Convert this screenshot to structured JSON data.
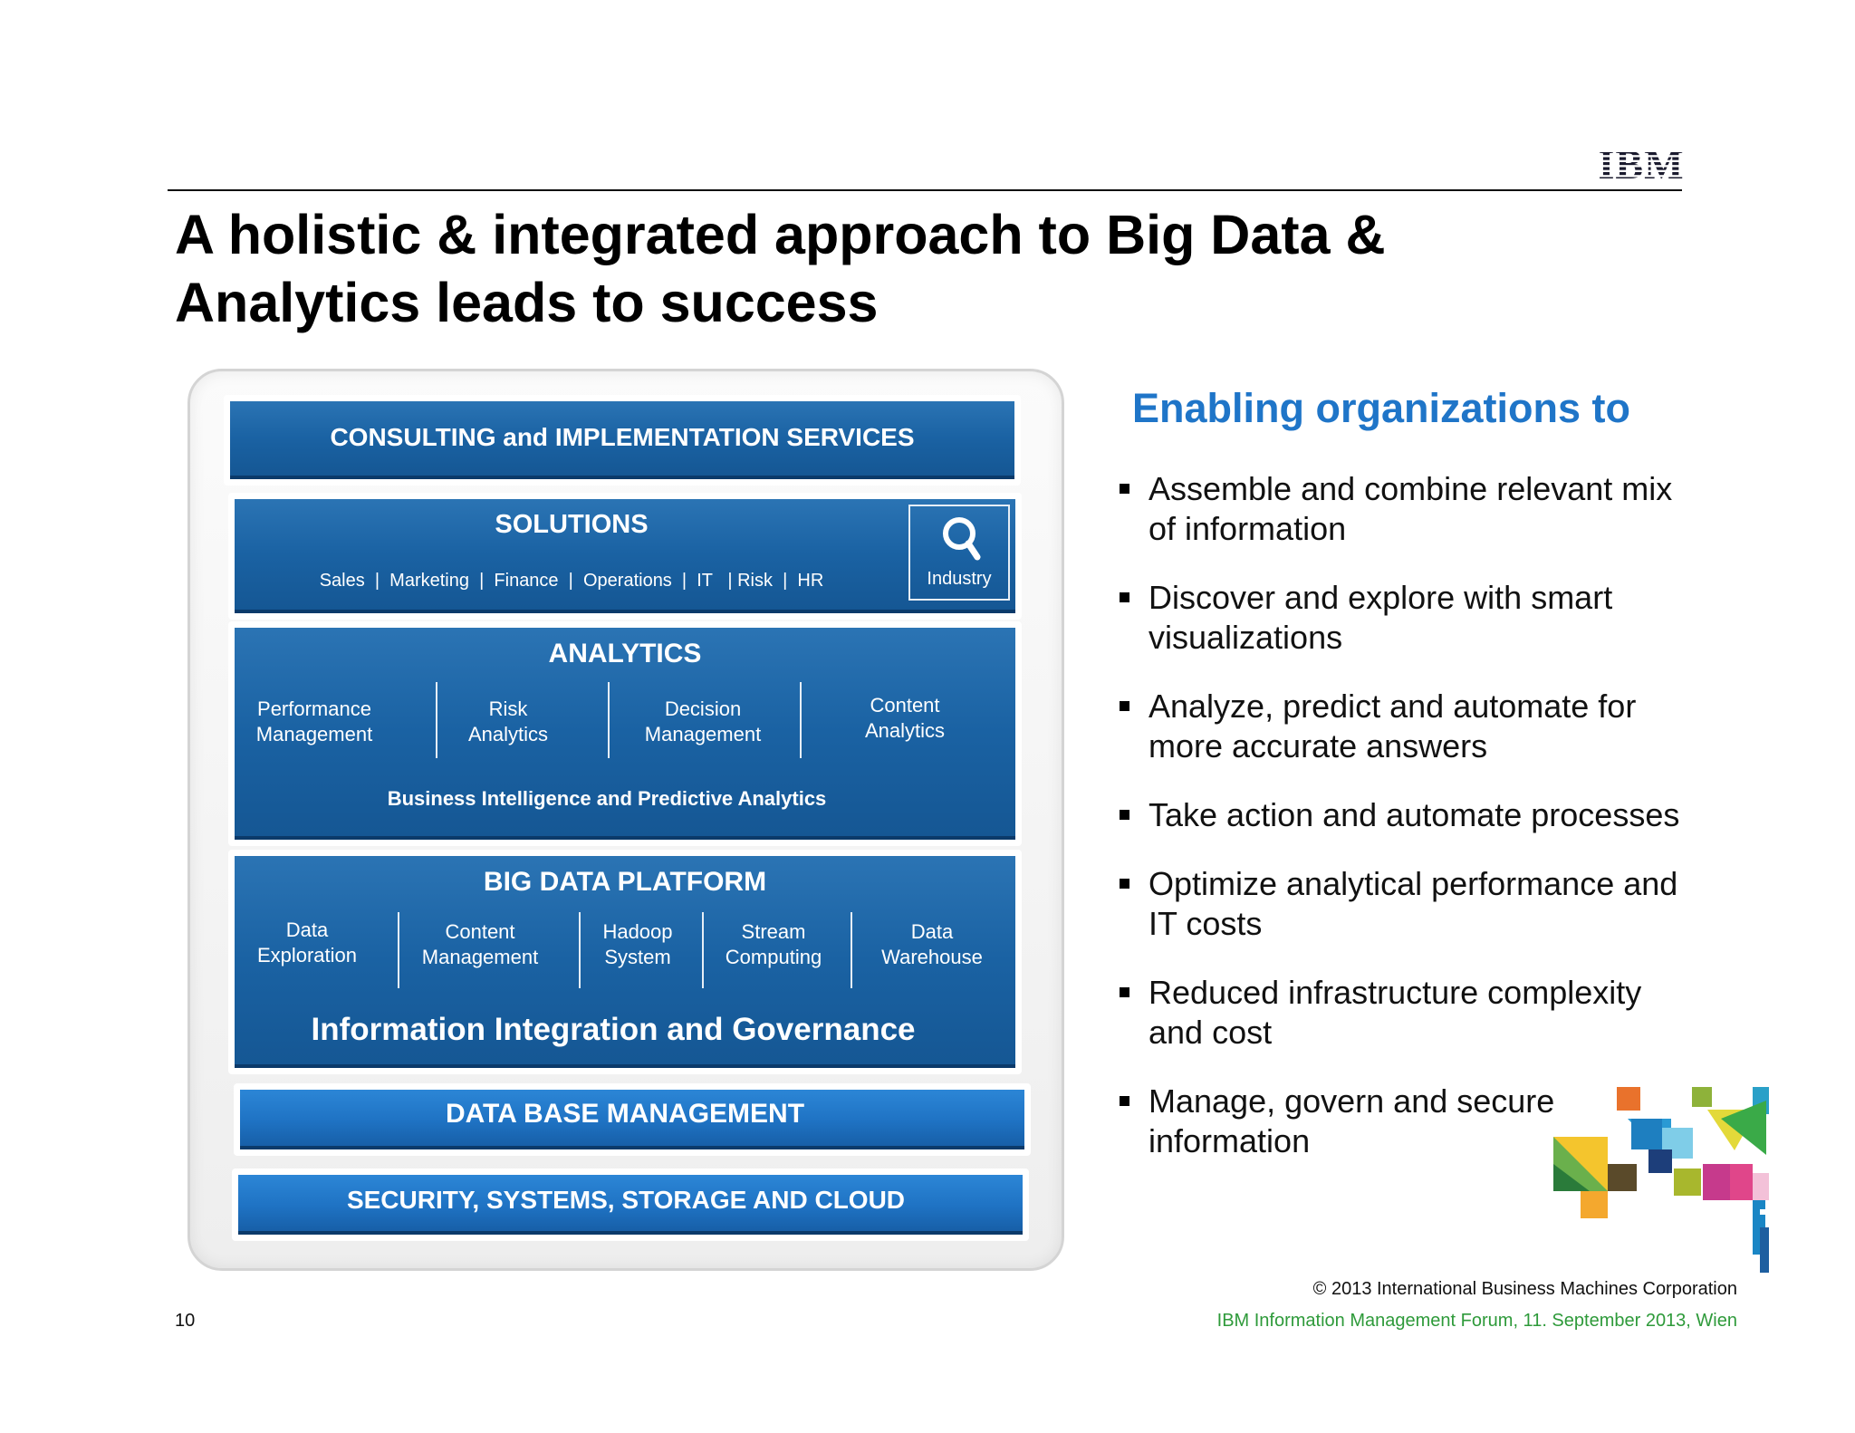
{
  "header": {
    "logo_text": "IBM",
    "title_line1": "A holistic & integrated approach to Big Data &",
    "title_line2": "Analytics leads to success"
  },
  "diagram": {
    "consulting": "CONSULTING and IMPLEMENTATION SERVICES",
    "solutions": {
      "title": "SOLUTIONS",
      "items": [
        "Sales",
        "Marketing",
        "Finance",
        "Operations",
        "IT",
        "Risk",
        "HR"
      ],
      "items_text": "Sales  |  Marketing  |  Finance  |  Operations  |  IT   | Risk  |  HR",
      "industry_label": "Industry",
      "industry_icon": "magnifier-icon"
    },
    "analytics": {
      "title": "ANALYTICS",
      "items": [
        {
          "line1": "Performance",
          "line2": "Management"
        },
        {
          "line1": "Risk",
          "line2": "Analytics"
        },
        {
          "line1": "Decision",
          "line2": "Management"
        },
        {
          "line1": "Content",
          "line2": "Analytics"
        }
      ],
      "footer": "Business Intelligence and Predictive Analytics"
    },
    "big_data": {
      "title": "BIG DATA PLATFORM",
      "items": [
        {
          "line1": "Data",
          "line2": "Exploration"
        },
        {
          "line1": "Content",
          "line2": "Management"
        },
        {
          "line1": "Hadoop",
          "line2": "System"
        },
        {
          "line1": "Stream",
          "line2": "Computing"
        },
        {
          "line1": "Data",
          "line2": "Warehouse"
        }
      ],
      "footer": "Information Integration and Governance"
    },
    "database": "DATA BASE MANAGEMENT",
    "security": "SECURITY, SYSTEMS, STORAGE AND CLOUD"
  },
  "enabling": {
    "heading": "Enabling organizations to",
    "bullets": [
      {
        "line1": "Assemble and combine relevant mix",
        "line2": "of information"
      },
      {
        "line1": "Discover and explore with smart",
        "line2": "visualizations"
      },
      {
        "line1": "Analyze, predict and automate for",
        "line2": "more  accurate answers"
      },
      {
        "line1": "Take action and automate processes",
        "line2": ""
      },
      {
        "line1": "Optimize analytical performance and",
        "line2": "IT costs"
      },
      {
        "line1": "Reduced infrastructure complexity",
        "line2": "and cost"
      },
      {
        "line1": "Manage, govern and secure",
        "line2": "information"
      }
    ]
  },
  "footer": {
    "copyright": "© 2013 International Business Machines Corporation",
    "event": "IBM Information Management Forum, 11. September 2013, Wien",
    "page_number": "10"
  },
  "colors": {
    "accent_blue": "#1f75c8",
    "panel_blue": "#1a62a3",
    "footer_green": "#2e9a3a"
  }
}
